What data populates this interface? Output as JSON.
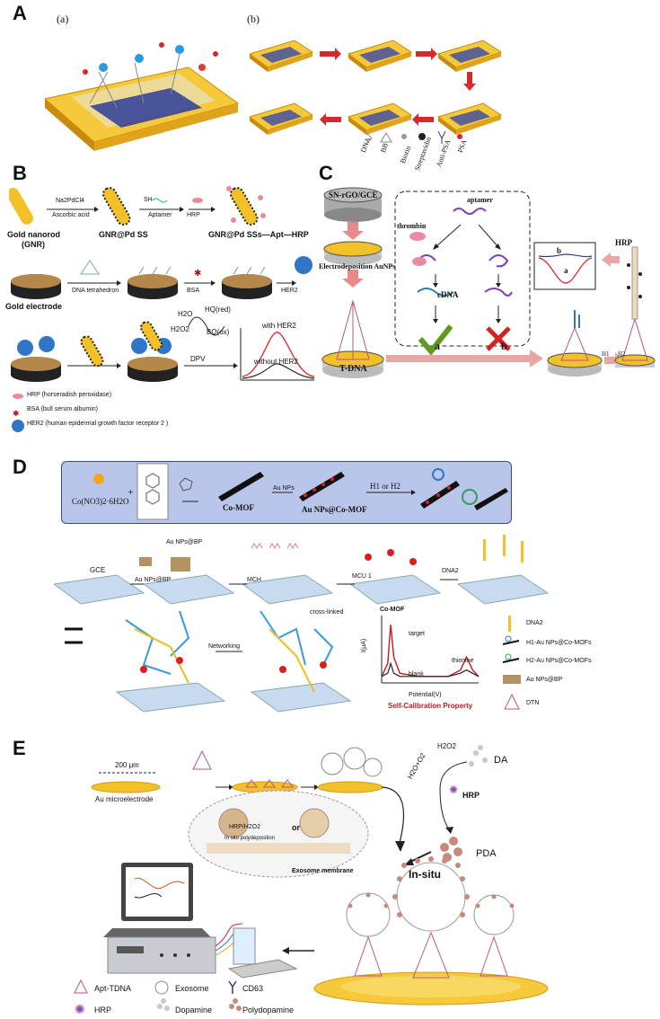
{
  "panels": {
    "A": {
      "letter": "A",
      "sub_a": "(a)",
      "sub_b": "(b)",
      "legend": [
        "DNA",
        "BB",
        "Biotin",
        "Streptavidin",
        "Anti-PSA",
        "PSA"
      ]
    },
    "B": {
      "letter": "B",
      "na2pdcl4": "Na2PdCl4",
      "ascorbic": "Ascorbic acid",
      "sh": "SH",
      "aptamer": "Aptamer",
      "hrp": "HRP",
      "gnr": "Gold nanorod\n(GNR)",
      "gnr_line1": "Gold nanorod",
      "gnr_line2": "(GNR)",
      "gnr_pd": "GNR@Pd SS",
      "gnr_pd_apt": "GNR@Pd SSs—Apt—HRP",
      "dna_tetra": "DNA tetrahedron",
      "bsa": "BSA",
      "her2": "HER2",
      "gold_electrode": "Gold electrode",
      "h2o": "H2O",
      "h2o2": "H2O2",
      "hq": "HQ(red)",
      "bq": "BQ(ox)",
      "dpv": "DPV",
      "with_her2": "with HER2",
      "without_her2": "without HER2",
      "legend_hrp": "HRP (horseradish peroxidase)",
      "legend_bsa": "BSA (bull serum albumin)",
      "legend_her2": "HER2 (human epidermal growth factor receptor 2 )"
    },
    "C": {
      "letter": "C",
      "sn_rgo": "SN-rGO/GCE",
      "electrodeposition": "Electrodeposition AuNPs",
      "aptamer": "aptamer",
      "thrombin": "thrombin",
      "cdna": "cDNA",
      "tdna": "T-DNA",
      "a": "a",
      "b": "b",
      "curve_a": "a",
      "curve_b": "b",
      "hrp": "HRP",
      "h1": "H1",
      "h2": "H2"
    },
    "D": {
      "letter": "D",
      "cobalt": "Co(NO3)2·6H2O",
      "plus": "+",
      "comof": "Co-MOF",
      "au_nps": "Au NPs",
      "au_nps_comof": "Au NPs@Co-MOF",
      "h1_or_h2": "H1 or H2",
      "gce": "GCE",
      "au_nps_bp": "Au NPs@BP",
      "au_nps_bp2": "Au NPs@BP",
      "mch": "MCH",
      "mcu": "MCU 1",
      "dna2": "DNA2",
      "networking": "Networking",
      "cross_linked": "cross-linked",
      "plot_comof": "Co-MOF",
      "target": "target",
      "blank": "blank",
      "thionine": "thionine",
      "ylabel": "I(μA)",
      "xlabel": "Potential(V)",
      "self_cal": "Self-Calibration Property",
      "legend": [
        "DNA2",
        "H1-Au NPs@Co-MOFs",
        "H2-Au NPs@Co-MOFs",
        "Au NPs@BP",
        "DTN"
      ]
    },
    "E": {
      "letter": "E",
      "scale": "200 μm",
      "au_micro": "Au microelectrode",
      "h2o2": "H2O2",
      "h2o_o2": "H2O+O2",
      "da": "DA",
      "hrp": "HRP",
      "pda": "PDA",
      "in_situ": "In-situ",
      "hrp_h2o2": "HRP/H2O2",
      "in_situ_poly": "In situ polydeposition",
      "or": "or",
      "exo_mem": "Exosome membrane",
      "legend": [
        "Apt-TDNA",
        "Exosome",
        "CD63",
        "HRP",
        "Dopamine",
        "Polydopamine"
      ]
    }
  },
  "chart_data": {
    "type": "line",
    "xlabel": "Potential(V)",
    "ylabel": "I(μA)",
    "series": [
      {
        "name": "target",
        "x": [
          -1.6,
          -1.5,
          -1.45,
          -1.4,
          -1.3,
          -1.0,
          -0.5,
          -0.3,
          -0.2,
          -0.1,
          0.0
        ],
        "values": [
          2,
          6,
          18,
          8,
          3,
          2,
          2,
          4,
          8,
          4,
          2
        ]
      },
      {
        "name": "blank",
        "x": [
          -1.6,
          -1.5,
          -1.45,
          -1.4,
          -1.3,
          -1.0,
          -0.5,
          -0.3,
          -0.2,
          -0.1,
          0.0
        ],
        "values": [
          2,
          3,
          6,
          3,
          2,
          2,
          2,
          3,
          4,
          3,
          2
        ]
      }
    ]
  },
  "colors": {
    "gold": "#f2c028",
    "gold_dark": "#d99a10",
    "red": "#c8191e",
    "blue": "#2f77c6",
    "pink": "#e98a9a",
    "panel_d_box": "#b7c3e8"
  }
}
